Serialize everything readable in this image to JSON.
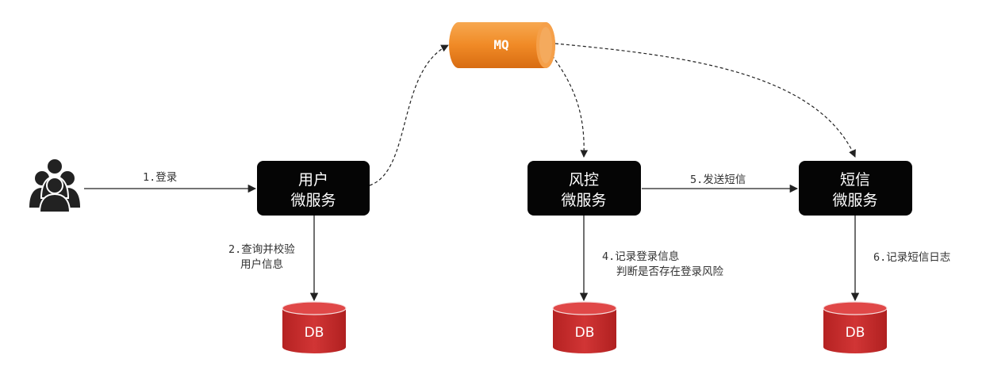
{
  "mq": {
    "label": "MQ"
  },
  "services": {
    "user": {
      "line1": "用户",
      "line2": "微服务"
    },
    "risk": {
      "line1": "风控",
      "line2": "微服务"
    },
    "sms": {
      "line1": "短信",
      "line2": "微服务"
    }
  },
  "edges": {
    "login": "1.登录",
    "query_line1": "2.查询并校验",
    "query_line2": "用户信息",
    "record_line1": "4.记录登录信息",
    "record_line2": "判断是否存在登录风险",
    "send_sms": "5.发送短信",
    "sms_log": "6.记录短信日志"
  },
  "databases": {
    "user_db": "DB",
    "risk_db": "DB",
    "sms_db": "DB"
  },
  "colors": {
    "service_box": "#050505",
    "db_red": "#c62b2b",
    "db_top": "#e04848",
    "mq_orange": "#f28a28",
    "edge": "#222222",
    "user_icon": "#222222"
  },
  "icons": {
    "user_group": "users-icon"
  }
}
